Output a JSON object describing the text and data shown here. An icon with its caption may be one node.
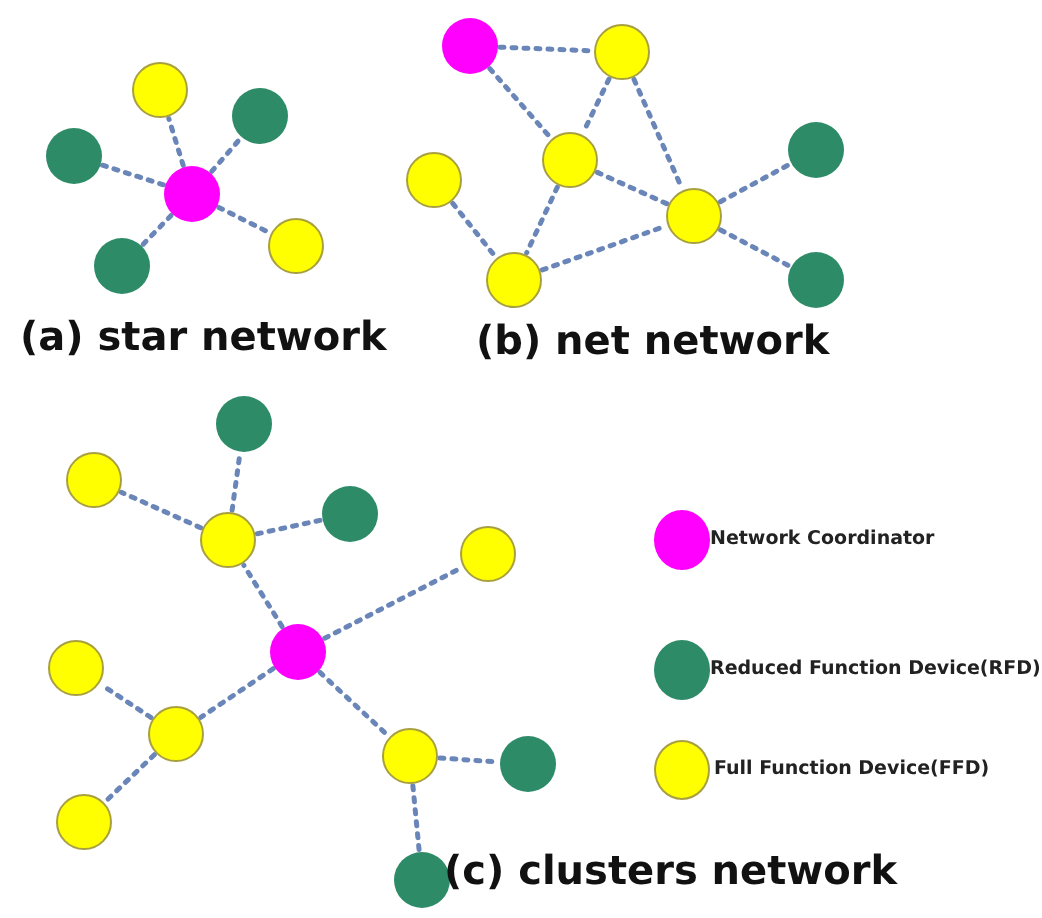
{
  "diagram": {
    "nodes": [
      {
        "text": [],
        "shape": "circle"
      },
      {
        "text": [],
        "shape": "circle"
      },
      {
        "text": [],
        "shape": "circle"
      },
      {
        "text": [],
        "shape": "circle"
      },
      {
        "text": [],
        "shape": "circle"
      },
      {
        "text": [],
        "shape": "circle"
      },
      {
        "text": [],
        "shape": "circle"
      },
      {
        "text": [],
        "shape": "circle"
      },
      {
        "text": [],
        "shape": "circle"
      },
      {
        "text": [],
        "shape": "circle"
      },
      {
        "text": [],
        "shape": "circle"
      },
      {
        "text": [],
        "shape": "circle"
      },
      {
        "text": [],
        "shape": "circle"
      },
      {
        "text": [],
        "shape": "circle"
      },
      {
        "text": [],
        "shape": "circle"
      },
      {
        "text": [],
        "shape": "circle"
      },
      {
        "text": [],
        "shape": "circle"
      },
      {
        "text": [],
        "shape": "circle"
      },
      {
        "text": [],
        "shape": "circle"
      },
      {
        "text": [],
        "shape": "circle"
      },
      {
        "text": [],
        "shape": "circle"
      },
      {
        "text": [],
        "shape": "circle"
      },
      {
        "text": [],
        "shape": "circle"
      },
      {
        "text": [],
        "shape": "circle"
      },
      {
        "text": [],
        "shape": "circle"
      },
      {
        "text": [],
        "shape": "circle"
      }
    ],
    "edges": [
      {
        "from": 2,
        "to": 0,
        "arrow": "none",
        "style": "dashed"
      },
      {
        "from": 2,
        "to": 1,
        "arrow": "none",
        "style": "dashed"
      },
      {
        "from": 2,
        "to": 3,
        "arrow": "none",
        "style": "dashed"
      },
      {
        "from": 2,
        "to": 4,
        "arrow": "none",
        "style": "dashed"
      },
      {
        "from": 2,
        "to": 5,
        "arrow": "none",
        "style": "dashed"
      },
      {
        "from": 6,
        "to": 7,
        "arrow": "none",
        "style": "dashed"
      },
      {
        "from": 6,
        "to": 8,
        "arrow": "none",
        "style": "dashed"
      },
      {
        "from": 7,
        "to": 8,
        "arrow": "none",
        "style": "dashed"
      },
      {
        "from": 7,
        "to": 10,
        "arrow": "none",
        "style": "dashed"
      },
      {
        "from": 8,
        "to": 10,
        "arrow": "none",
        "style": "dashed"
      },
      {
        "from": 8,
        "to": 12,
        "arrow": "none",
        "style": "dashed"
      },
      {
        "from": 9,
        "to": 12,
        "arrow": "none",
        "style": "dashed"
      },
      {
        "from": 12,
        "to": 10,
        "arrow": "none",
        "style": "dashed"
      },
      {
        "from": 10,
        "to": 11,
        "arrow": "none",
        "style": "dashed"
      },
      {
        "from": 10,
        "to": 13,
        "arrow": "none",
        "style": "dashed"
      },
      {
        "from": 19,
        "to": 16,
        "arrow": "none",
        "style": "dashed"
      },
      {
        "from": 16,
        "to": 15,
        "arrow": "none",
        "style": "dashed"
      },
      {
        "from": 16,
        "to": 14,
        "arrow": "none",
        "style": "dashed"
      },
      {
        "from": 16,
        "to": 17,
        "arrow": "none",
        "style": "dashed"
      },
      {
        "from": 19,
        "to": 18,
        "arrow": "none",
        "style": "dashed"
      },
      {
        "from": 19,
        "to": 21,
        "arrow": "none",
        "style": "dashed"
      },
      {
        "from": 21,
        "to": 20,
        "arrow": "none",
        "style": "dashed"
      },
      {
        "from": 21,
        "to": 23,
        "arrow": "none",
        "style": "dashed"
      },
      {
        "from": 19,
        "to": 22,
        "arrow": "none",
        "style": "dashed"
      },
      {
        "from": 22,
        "to": 24,
        "arrow": "none",
        "style": "dashed"
      },
      {
        "from": 22,
        "to": 25,
        "arrow": "none",
        "style": "dashed"
      }
    ],
    "labels": [
      "(a) star network",
      "(b) net network",
      "(c) clusters network"
    ],
    "legend": [
      {
        "text": "Network Coordinator",
        "color": "#ff00ff"
      },
      {
        "text": "Reduced Function Device(RFD)",
        "color": "#2e8b68"
      },
      {
        "text": "Full Function Device(FFD)",
        "color": "#ffff00"
      }
    ]
  }
}
